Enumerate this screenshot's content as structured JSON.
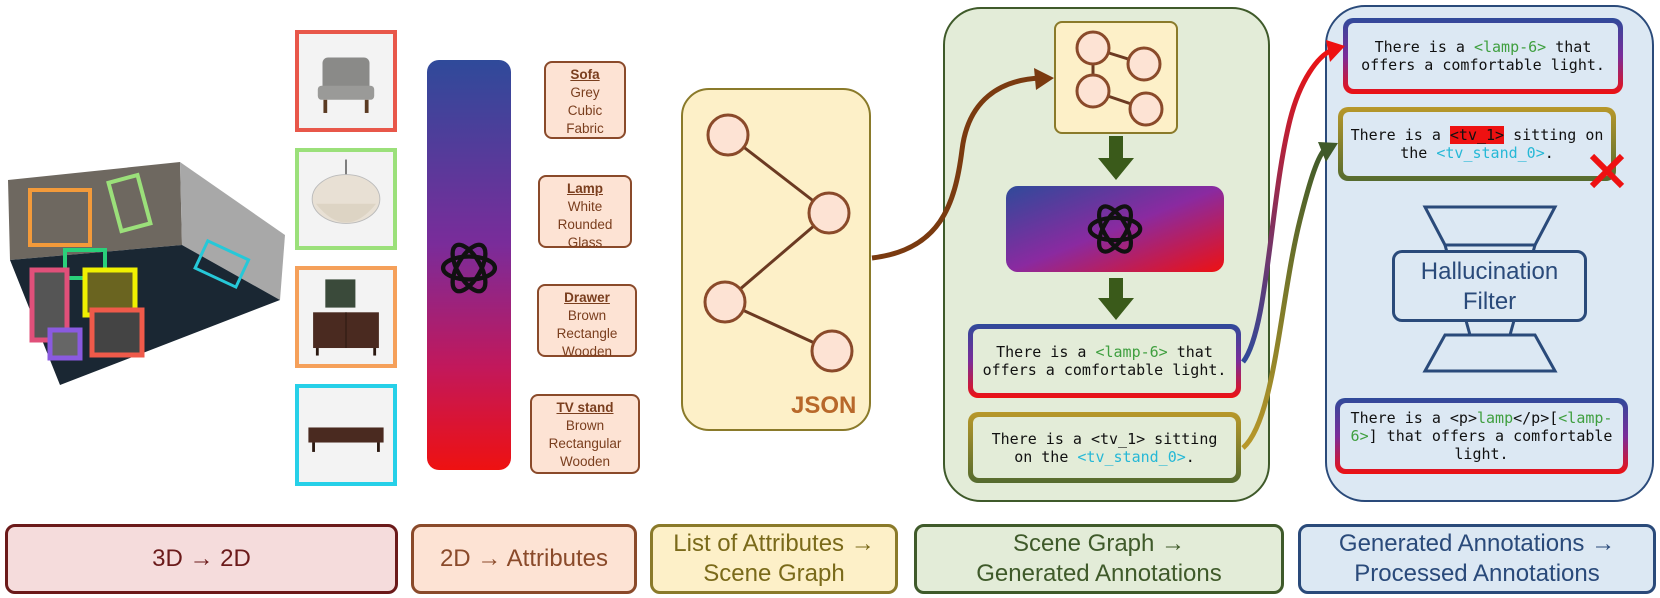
{
  "stages": [
    {
      "label": "3D → 2D",
      "color": "#6b1a1a",
      "bg": "#f5dcdc"
    },
    {
      "label": "2D → Attributes",
      "color": "#8a4a2a",
      "bg": "#fde3d4"
    },
    {
      "label": "List of Attributes →\nScene Graph",
      "color": "#8a7a2a",
      "bg": "#fdf0c8"
    },
    {
      "label": "Scene Graph →\nGenerated Annotations",
      "color": "#3f5a2a",
      "bg": "#e3ecd8"
    },
    {
      "label": "Generated Annotations →\nProcessed Annotations",
      "color": "#2a4a7a",
      "bg": "#dce8f3"
    }
  ],
  "attributes": [
    {
      "title": "Sofa",
      "values": [
        "Grey",
        "Cubic",
        "Fabric"
      ]
    },
    {
      "title": "Lamp",
      "values": [
        "White",
        "Rounded",
        "Glass"
      ]
    },
    {
      "title": "Drawer",
      "values": [
        "Brown",
        "Rectangle",
        "Wooden"
      ]
    },
    {
      "title": "TV stand",
      "values": [
        "Brown",
        "Rectangular",
        "Wooden"
      ]
    }
  ],
  "json_label": "JSON",
  "generated": {
    "a1": {
      "pre": "There is a ",
      "tag": "<lamp-6>",
      "post": " that offers a comfortable light."
    },
    "a2": {
      "pre": "There is a ",
      "tag": "<tv_1>",
      "mid": " sitting on the ",
      "tag2": "<tv_stand_0>",
      "post": "."
    }
  },
  "processed": {
    "a1": {
      "pre": "There is a ",
      "tag": "<lamp-6>",
      "post": " that offers a comfortable light."
    },
    "a2": {
      "pre": "There is a ",
      "tag": "<tv_1>",
      "mid": " sitting on the ",
      "tag2": "<tv_stand_0>",
      "post": "."
    },
    "a3": {
      "pre": "There is a <p>",
      "word": "lamp",
      "mid": "</p>[",
      "tag": "<lamp-6>",
      "post": "] that offers a comfortable light."
    }
  },
  "filter_label": "Hallucination\nFilter",
  "thumb_colors": [
    "#e8574a",
    "#9be07a",
    "#f5a05a",
    "#26d0e8"
  ],
  "icons": [
    "openai-logo-icon",
    "graph-icon",
    "reject-x-icon"
  ]
}
